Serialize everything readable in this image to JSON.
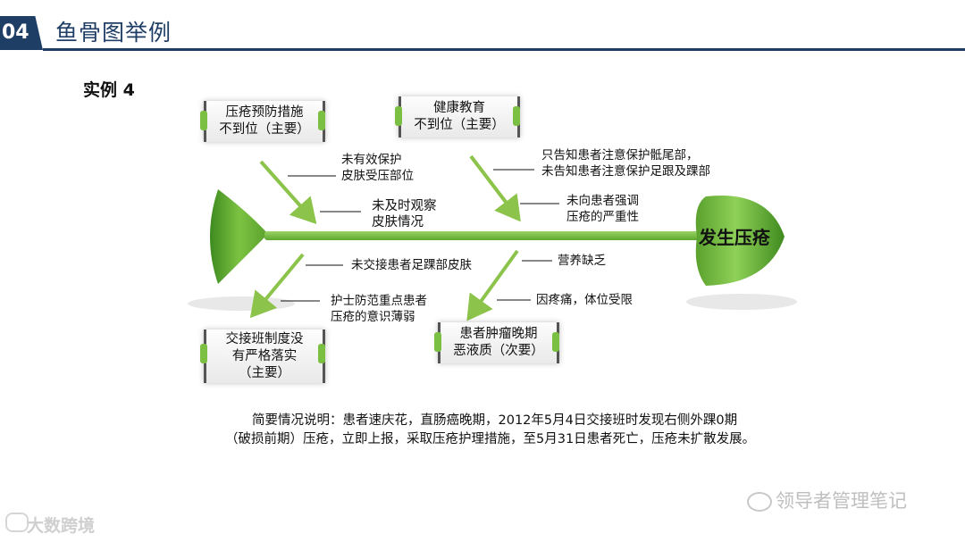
{
  "header": {
    "number": "04",
    "title": "鱼骨图举例"
  },
  "case_label": "实例 4",
  "effect": "发生压疮",
  "main_causes": [
    {
      "lines": [
        "压疮预防措施",
        "不到位（主要）"
      ]
    },
    {
      "lines": [
        "健康教育",
        "不到位（主要）"
      ]
    },
    {
      "lines": [
        "交接班制度没",
        "有严格落实",
        "（主要）"
      ]
    },
    {
      "lines": [
        "患者肿瘤晚期",
        "恶液质（次要）"
      ]
    }
  ],
  "sub_causes": [
    {
      "lines": [
        "未有效保护",
        "皮肤受压部位"
      ]
    },
    {
      "lines": [
        "未及时观察",
        "皮肤情况"
      ]
    },
    {
      "lines": [
        "只告知患者注意保护骶尾部，",
        "未告知患者注意保护足跟及踝部"
      ]
    },
    {
      "lines": [
        "未向患者强调",
        "压疮的严重性"
      ]
    },
    {
      "lines": [
        "未交接患者足踝部皮肤"
      ]
    },
    {
      "lines": [
        "护士防范重点患者",
        "压疮的意识薄弱"
      ]
    },
    {
      "lines": [
        "营养缺乏"
      ]
    },
    {
      "lines": [
        "因疼痛，体位受限"
      ]
    }
  ],
  "summary": "简要情况说明：患者速庆花，直肠癌晚期，2012年5月4日交接班时发现右侧外踝0期（破损前期）压疮，立即上报，采取压疮护理措施，至5月31日患者死亡，压疮未扩散发展。",
  "watermarks": {
    "right": "领导者管理笔记",
    "left": "大数跨境"
  },
  "colors": {
    "header": "#1f3e66",
    "bone": "#7bc043",
    "bone_dark": "#4e8f26",
    "arrow": "#8cc34a"
  }
}
